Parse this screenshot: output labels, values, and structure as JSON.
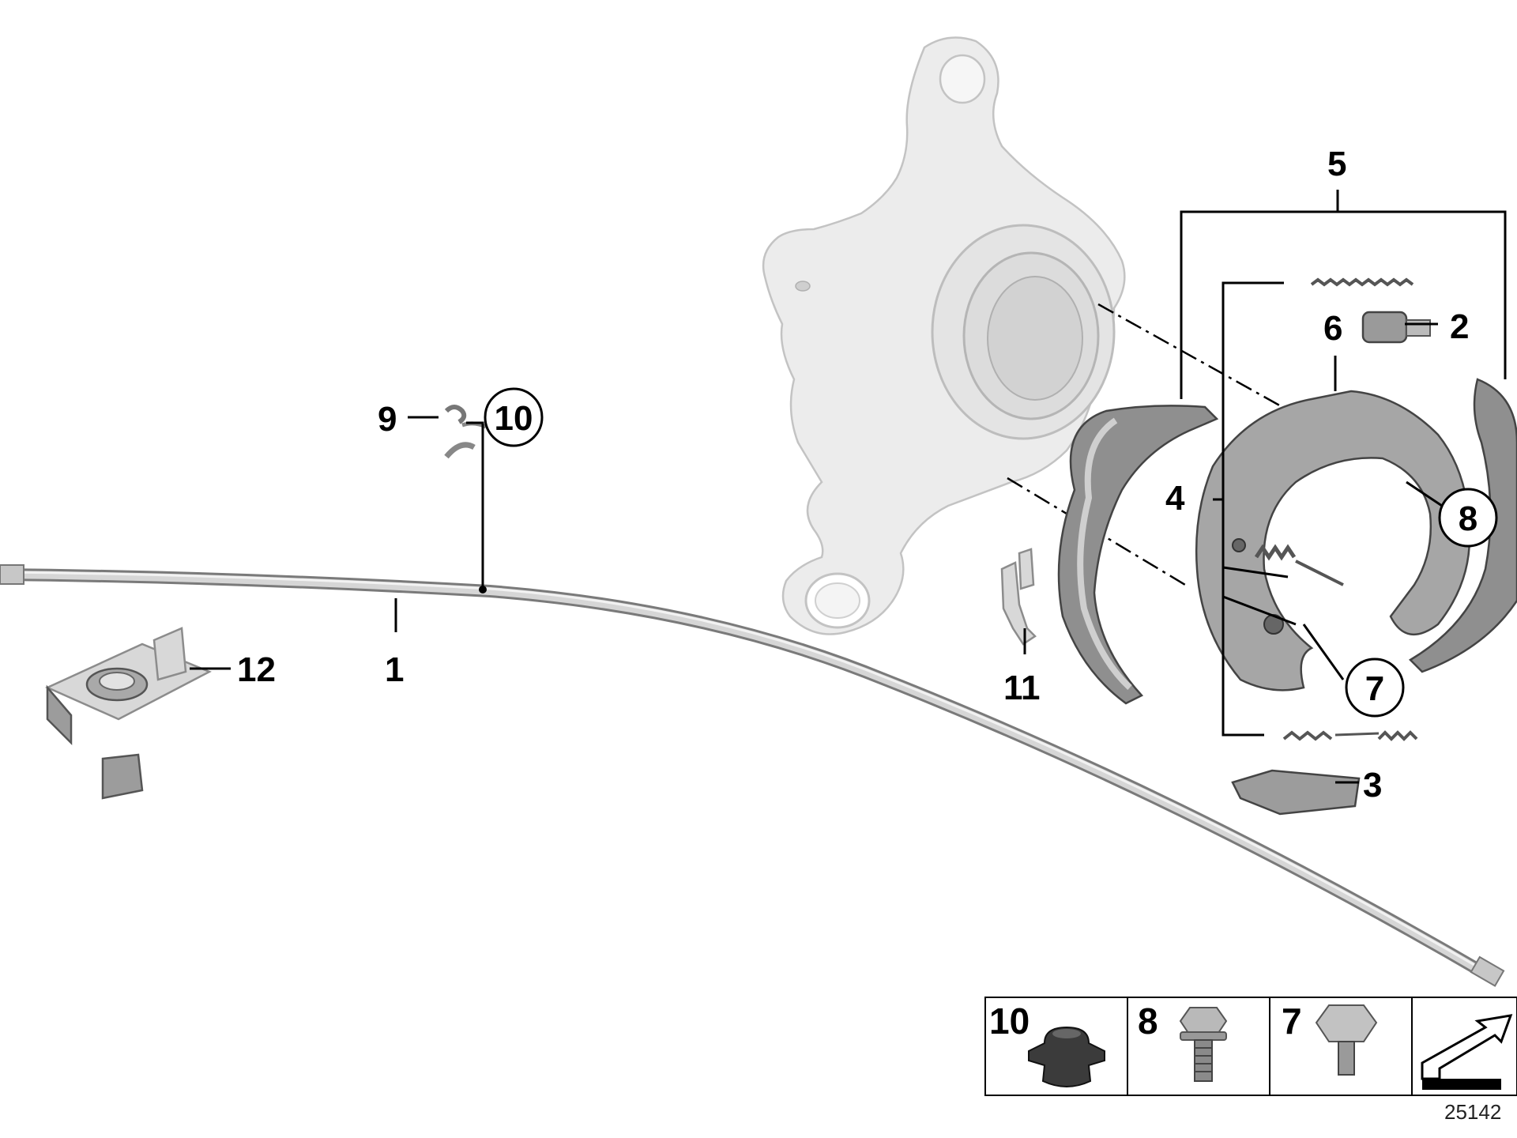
{
  "callouts": {
    "c1": "1",
    "c2": "2",
    "c3": "3",
    "c4": "4",
    "c5": "5",
    "c6": "6",
    "c7": "7",
    "c8": "8",
    "c9": "9",
    "c10": "10",
    "c11": "11",
    "c12": "12"
  },
  "legend": {
    "items": [
      {
        "number": "10",
        "icon": "grommet-icon"
      },
      {
        "number": "8",
        "icon": "hex-bolt-with-washer-icon"
      },
      {
        "number": "7",
        "icon": "hex-bolt-icon"
      }
    ],
    "orientation_icon": "vehicle-orientation-arrow-icon"
  },
  "diagram_id": "25142"
}
